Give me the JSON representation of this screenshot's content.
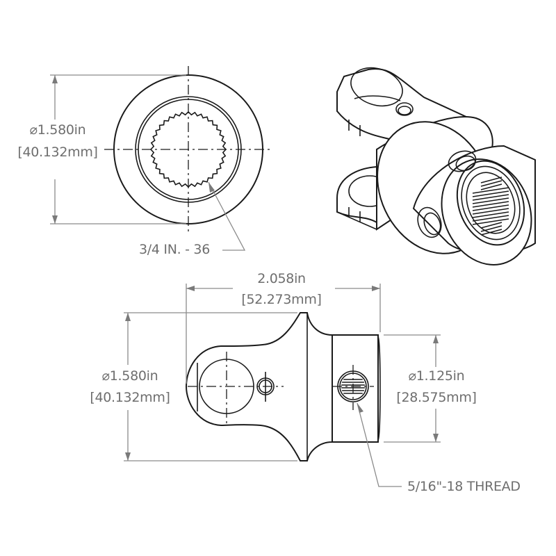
{
  "drawing": {
    "views": [
      "end-view",
      "isometric-view",
      "side-view"
    ],
    "colors": {
      "line": "#1a1a1a",
      "dimension": "#8a8a8a",
      "text": "#6e6e6e",
      "background": "#ffffff"
    }
  },
  "dimensions": {
    "end_view_diameter": {
      "inch": "⌀1.580in",
      "mm": "[40.132mm]"
    },
    "spline_callout": {
      "text": "3/4 IN. - 36"
    },
    "overall_length": {
      "inch": "2.058in",
      "mm": "[52.273mm]"
    },
    "side_view_diameter": {
      "inch": "⌀1.580in",
      "mm": "[40.132mm]"
    },
    "hub_diameter": {
      "inch": "⌀1.125in",
      "mm": "[28.575mm]"
    },
    "thread_callout": {
      "text": "5/16\"-18 THREAD"
    }
  }
}
